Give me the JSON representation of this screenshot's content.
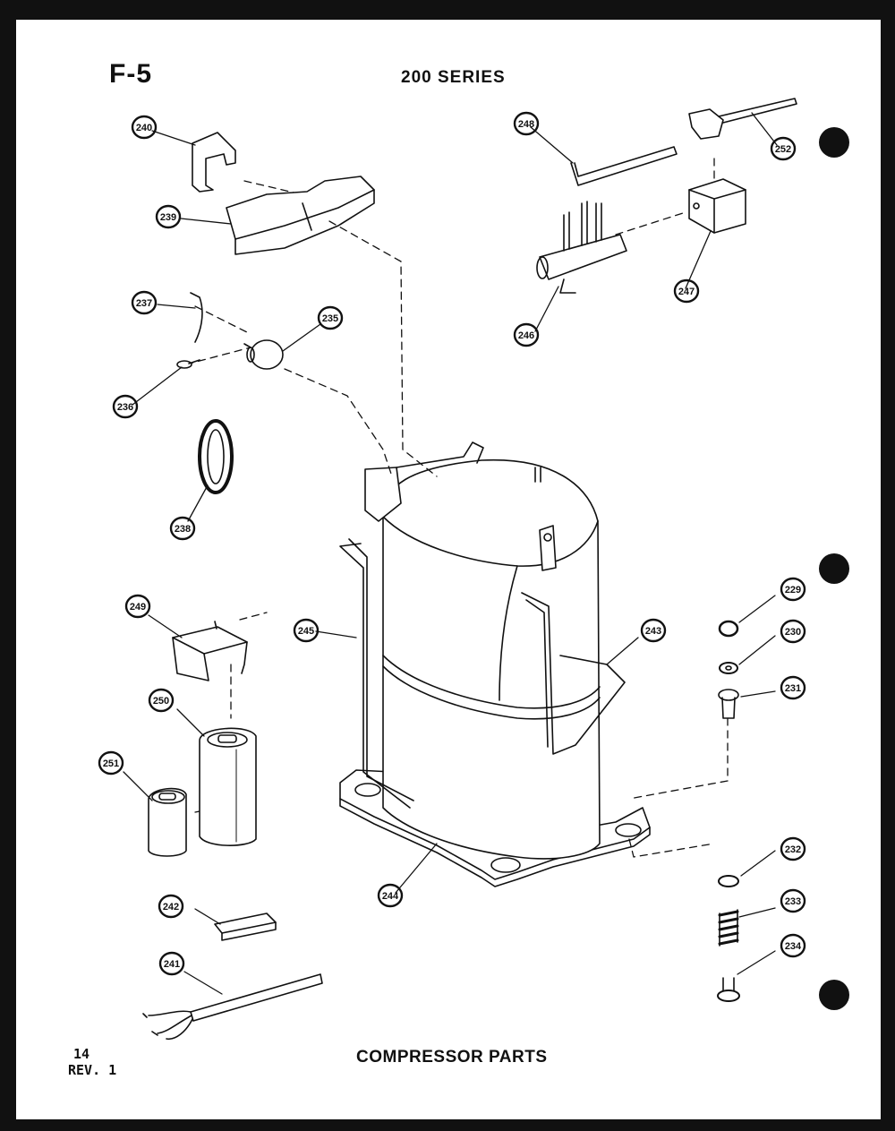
{
  "header": {
    "figure_number": "F-5",
    "series": "200 SERIES"
  },
  "footer": {
    "page_number": "14",
    "revision": "REV. 1",
    "caption": "COMPRESSOR PARTS"
  },
  "callouts": [
    {
      "label": "240",
      "part": "top-bracket"
    },
    {
      "label": "239",
      "part": "top-cover"
    },
    {
      "label": "237",
      "part": "wire"
    },
    {
      "label": "235",
      "part": "overload-protector"
    },
    {
      "label": "236",
      "part": "screw"
    },
    {
      "label": "238",
      "part": "gasket-ring"
    },
    {
      "label": "248",
      "part": "l-tube"
    },
    {
      "label": "252",
      "part": "connector-cap"
    },
    {
      "label": "247",
      "part": "terminal-block"
    },
    {
      "label": "246",
      "part": "valve-assembly"
    },
    {
      "label": "229",
      "part": "nut"
    },
    {
      "label": "230",
      "part": "washer"
    },
    {
      "label": "231",
      "part": "sleeve"
    },
    {
      "label": "249",
      "part": "capacitor-bracket"
    },
    {
      "label": "245",
      "part": "discharge-tube"
    },
    {
      "label": "243",
      "part": "suction-tube"
    },
    {
      "label": "250",
      "part": "run-capacitor"
    },
    {
      "label": "251",
      "part": "start-capacitor"
    },
    {
      "label": "244",
      "part": "compressor-base"
    },
    {
      "label": "232",
      "part": "lower-washer"
    },
    {
      "label": "233",
      "part": "spring"
    },
    {
      "label": "234",
      "part": "bolt"
    },
    {
      "label": "242",
      "part": "terminal-strip"
    },
    {
      "label": "241",
      "part": "wiring-harness"
    }
  ]
}
